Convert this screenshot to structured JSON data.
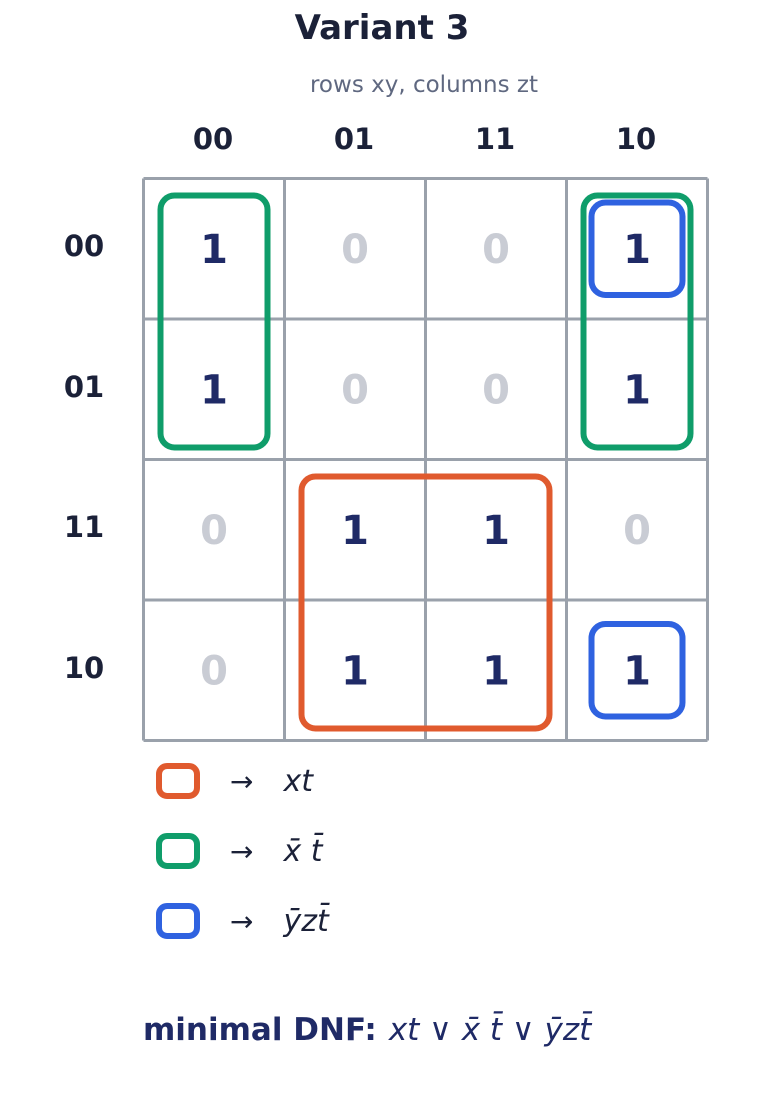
{
  "title": "Variant 3",
  "subtitle": "rows xy,  columns zt",
  "column_headers": [
    "00",
    "01",
    "11",
    "10"
  ],
  "row_headers": [
    "00",
    "01",
    "11",
    "10"
  ],
  "cells": [
    [
      "1",
      "0",
      "0",
      "1"
    ],
    [
      "1",
      "0",
      "0",
      "1"
    ],
    [
      "0",
      "1",
      "1",
      "0"
    ],
    [
      "0",
      "1",
      "1",
      "1"
    ]
  ],
  "groups": [
    {
      "color": "#e05a2e",
      "cells": [
        [
          2,
          1
        ],
        [
          2,
          2
        ],
        [
          3,
          1
        ],
        [
          3,
          2
        ]
      ]
    },
    {
      "color": "#0f9d6a",
      "cells": [
        [
          0,
          0
        ],
        [
          1,
          0
        ]
      ]
    },
    {
      "color": "#0f9d6a",
      "cells": [
        [
          0,
          3
        ],
        [
          1,
          3
        ]
      ]
    },
    {
      "color": "#2f62e0",
      "cells": [
        [
          0,
          3
        ]
      ]
    },
    {
      "color": "#2f62e0",
      "cells": [
        [
          3,
          3
        ]
      ]
    }
  ],
  "legend": [
    {
      "color": "#e05a2e",
      "arrow": "→",
      "term": "xt"
    },
    {
      "color": "#0f9d6a",
      "arrow": "→",
      "term": "x̄ t̄"
    },
    {
      "color": "#2f62e0",
      "arrow": "→",
      "term": "ȳzt̄"
    }
  ],
  "dnf": {
    "label": "minimal DNF:",
    "expression": "xt ∨ x̄ t̄ ∨ ȳzt̄"
  },
  "colors": {
    "one": "#1f2a66",
    "zero": "#c9ccd4",
    "grid": "#9aa1ab",
    "header": "#1b2138"
  }
}
